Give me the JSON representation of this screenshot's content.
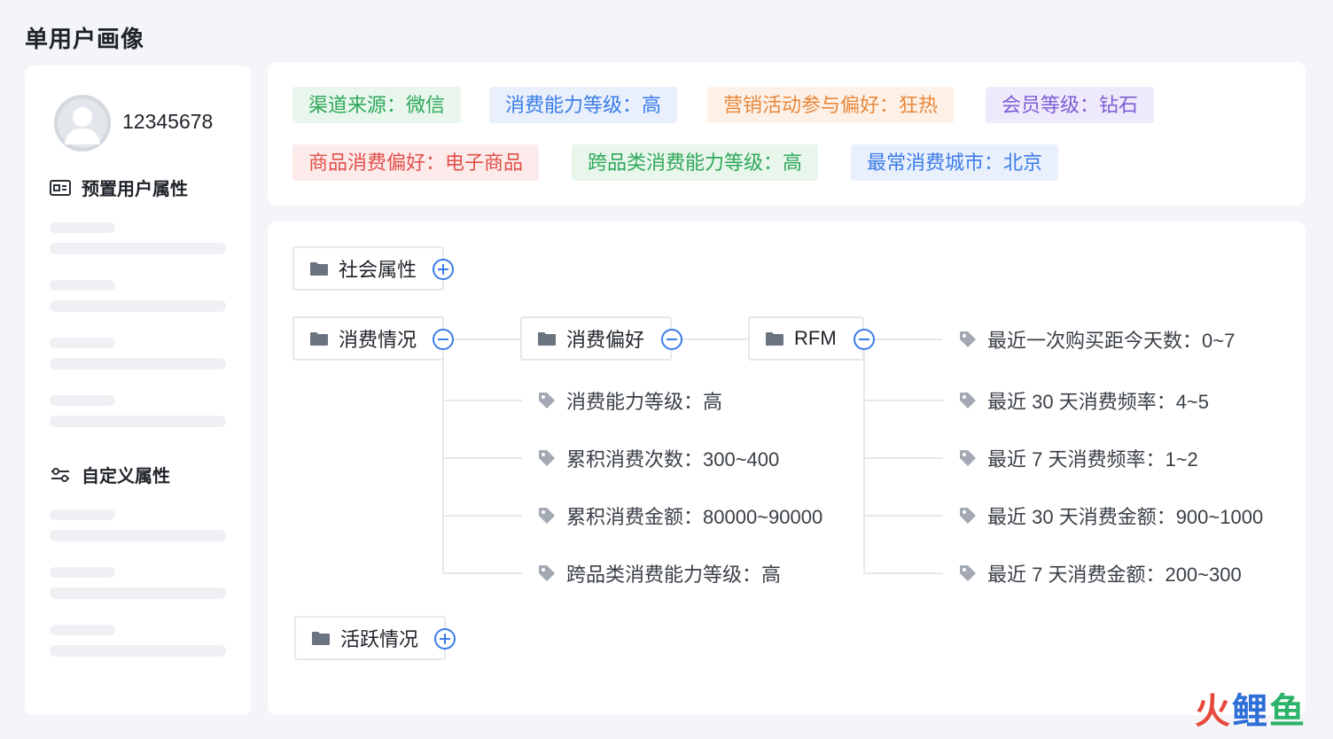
{
  "page": {
    "title": "单用户画像"
  },
  "user": {
    "id": "12345678"
  },
  "sections": {
    "preset": "预置用户属性",
    "custom": "自定义属性"
  },
  "tags": [
    {
      "text": "渠道来源：微信",
      "color": "#2fa85a",
      "bg": "#e8f6ec"
    },
    {
      "text": "消费能力等级：高",
      "color": "#3b7ce8",
      "bg": "#e9f0fc"
    },
    {
      "text": "营销活动参与偏好：狂热",
      "color": "#e8873b",
      "bg": "#fdf1e7"
    },
    {
      "text": "会员等级：钻石",
      "color": "#7b5ed6",
      "bg": "#efeafb"
    },
    {
      "text": "商品消费偏好：电子商品",
      "color": "#e2504b",
      "bg": "#fcebea"
    },
    {
      "text": "跨品类消费能力等级：高",
      "color": "#2fa85a",
      "bg": "#e8f6ec"
    },
    {
      "text": "最常消费城市：北京",
      "color": "#3b7ce8",
      "bg": "#e9f0fc"
    }
  ],
  "tree": {
    "social": "社会属性",
    "consumption": "消费情况",
    "preference": "消费偏好",
    "rfm": "RFM",
    "activity": "活跃情况",
    "consumption_leaves": [
      "消费能力等级：高",
      "累积消费次数：300~400",
      "累积消费金额：80000~90000",
      "跨品类消费能力等级：高"
    ],
    "rfm_leaves": [
      "最近一次购买距今天数：0~7",
      "最近 30 天消费频率：4~5",
      "最近 7 天消费频率：1~2",
      "最近 30 天消费金额：900~1000",
      "最近 7 天消费金额：200~300"
    ]
  },
  "watermark": {
    "part1": "火",
    "part2": "鲤",
    "part3": "鱼"
  }
}
